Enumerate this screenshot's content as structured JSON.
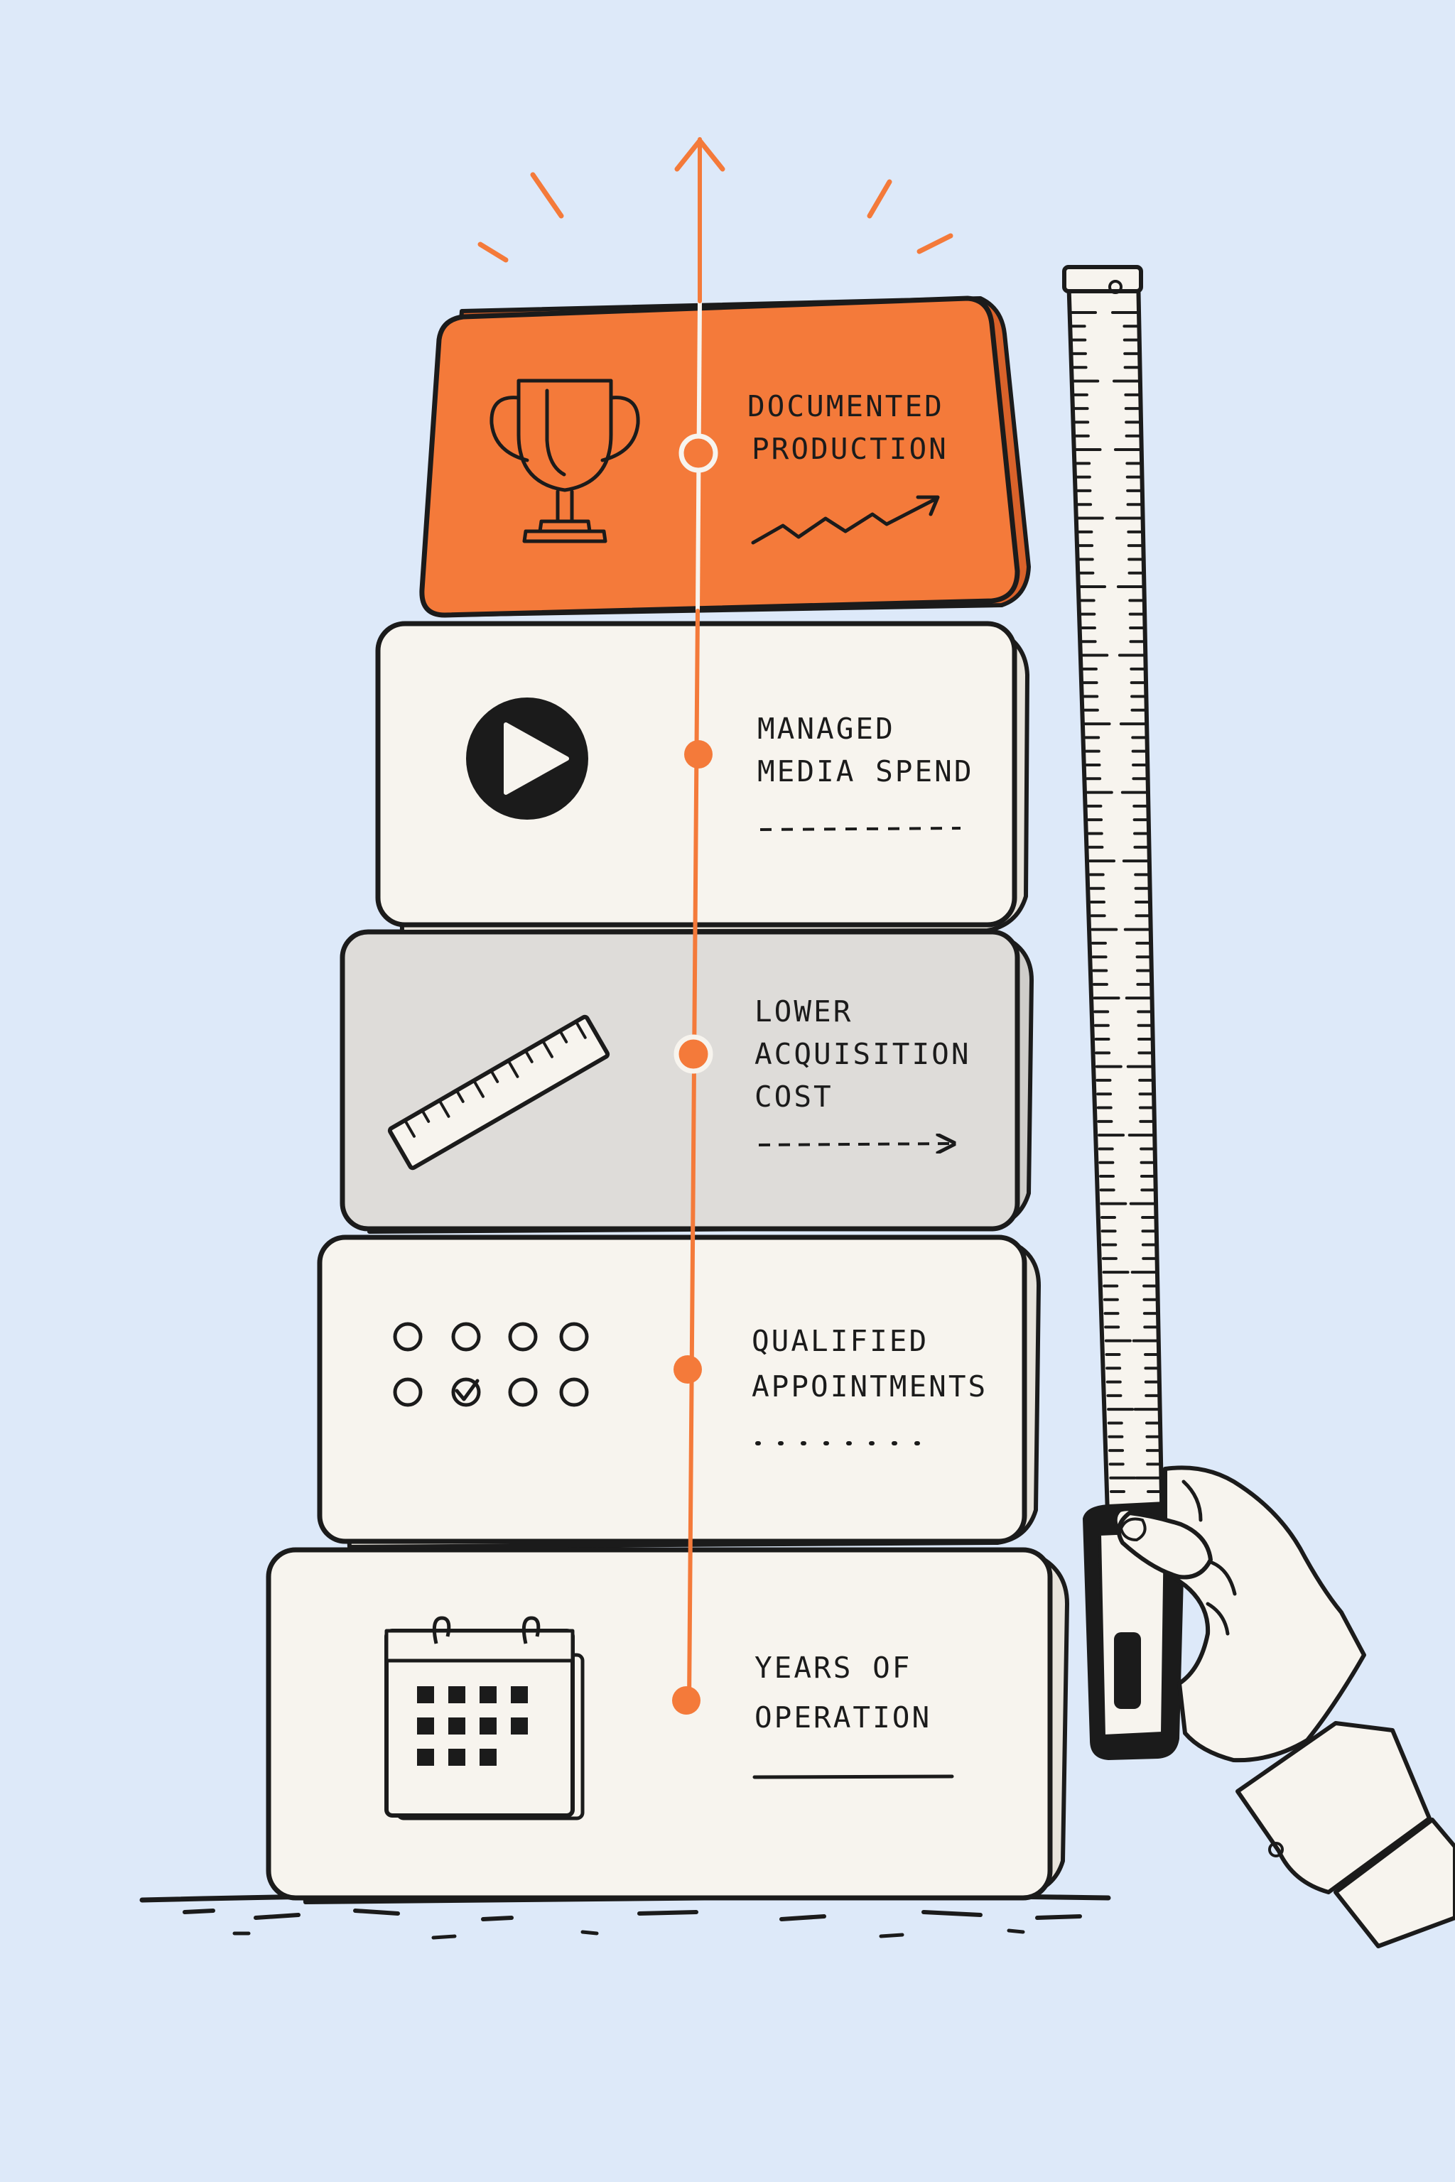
{
  "colors": {
    "background": "#dde9f9",
    "accent": "#f47a3a",
    "block_light": "#f7f4ee",
    "block_gray": "#dedcd9",
    "ink": "#1b1b1b"
  },
  "tiers": [
    {
      "line1": "DOCUMENTED",
      "line2": "PRODUCTION",
      "line3": "",
      "icon": "trophy-icon",
      "accent_block": true
    },
    {
      "line1": "MANAGED",
      "line2": "MEDIA SPEND",
      "line3": "",
      "icon": "play-button-icon",
      "accent_block": false
    },
    {
      "line1": "LOWER",
      "line2": "ACQUISITION",
      "line3": "COST",
      "icon": "ruler-icon",
      "accent_block": false
    },
    {
      "line1": "QUALIFIED",
      "line2": "APPOINTMENTS",
      "line3": "",
      "icon": "appointment-grid-icon",
      "accent_block": false
    },
    {
      "line1": "YEARS OF",
      "line2": "OPERATION",
      "line3": "",
      "icon": "calendar-icon",
      "accent_block": false
    }
  ]
}
